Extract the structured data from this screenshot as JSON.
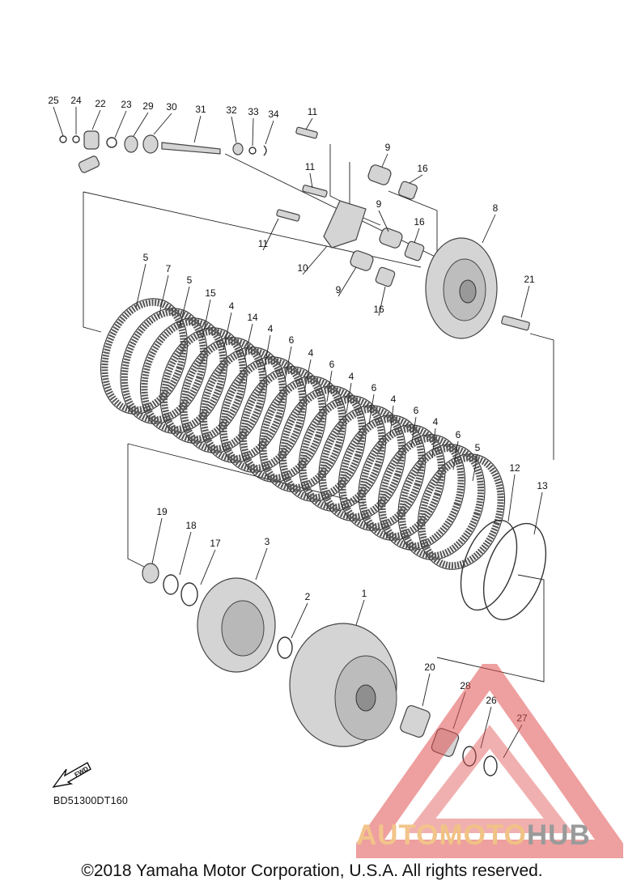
{
  "diagram": {
    "code": "BD51300DT160",
    "fwd_label": "FWD",
    "callouts": [
      "25",
      "24",
      "22",
      "23",
      "29",
      "30",
      "31",
      "32",
      "33",
      "34",
      "11",
      "9",
      "16",
      "11",
      "8",
      "11",
      "9",
      "16",
      "10",
      "9",
      "16",
      "21",
      "5",
      "7",
      "5",
      "15",
      "4",
      "14",
      "4",
      "6",
      "4",
      "6",
      "4",
      "6",
      "4",
      "6",
      "4",
      "6",
      "5",
      "12",
      "13",
      "19",
      "18",
      "17",
      "3",
      "2",
      "1",
      "20",
      "28",
      "26",
      "27"
    ]
  },
  "footer": {
    "copyright": "©2018 Yamaha Motor Corporation, U.S.A. All rights reserved."
  },
  "watermark": {
    "brand_part1": "AUTO",
    "brand_part2": "MOTO",
    "brand_part3": "HUB",
    "color_main": "#e05050",
    "color_accent": "#f2c48a"
  }
}
